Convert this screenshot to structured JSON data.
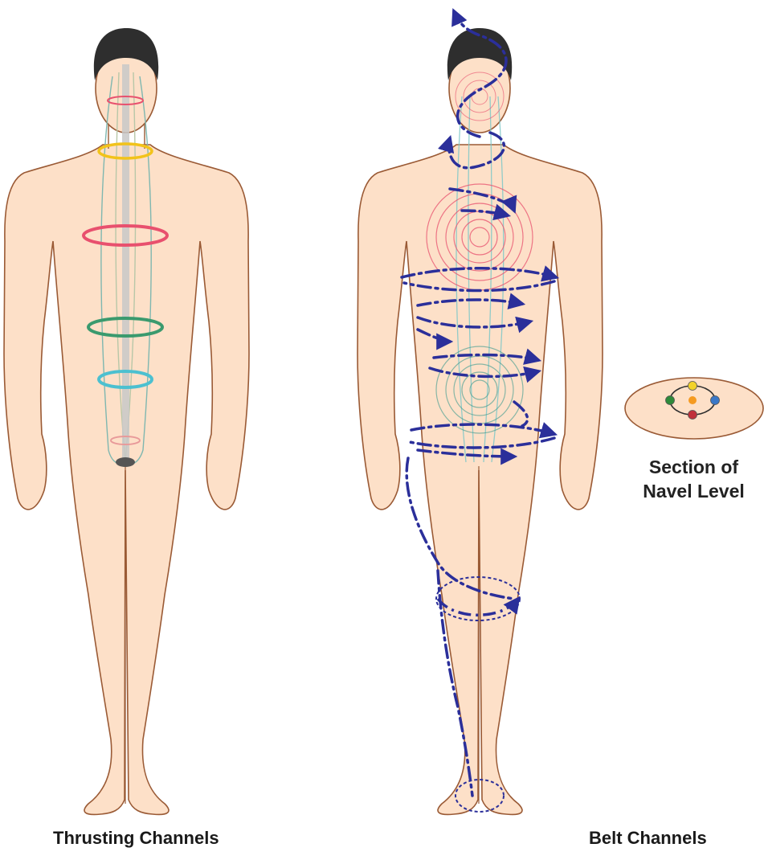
{
  "captions": {
    "left": "Thrusting Channels",
    "right": "Belt Channels",
    "section_line1": "Section of",
    "section_line2": "Navel Level"
  },
  "colors": {
    "skin": "#fde0c8",
    "outline": "#9a5a35",
    "hair": "#2e2e2e",
    "throat_ring": "#f2c31a",
    "heart_ring": "#e8506e",
    "solar_ring": "#3a9a6e",
    "navel_ring": "#4cc0d0",
    "root_ring": "#e89a9a",
    "belt_arrow": "#2b2f9a",
    "channel": "#7fb7b0"
  }
}
